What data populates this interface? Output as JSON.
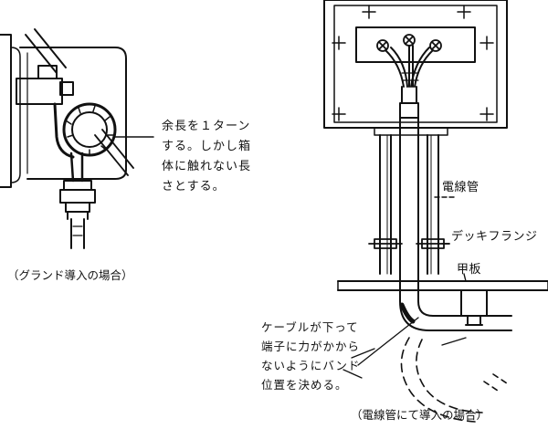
{
  "left_figure": {
    "note_lines": [
      "余長を１ターン",
      "する。しかし箱",
      "体に触れない長",
      "さとする。"
    ],
    "caption": "（グランド導入の場合）"
  },
  "right_figure": {
    "labels": {
      "conduit": "電線管",
      "deck_flange": "デッキフランジ",
      "deck": "甲板"
    },
    "note_lines": [
      "ケーブルが下って",
      "端子に力がかから",
      "ないようにバンド",
      "位置を決める。"
    ],
    "caption": "（電線管にて導入の場合）"
  }
}
